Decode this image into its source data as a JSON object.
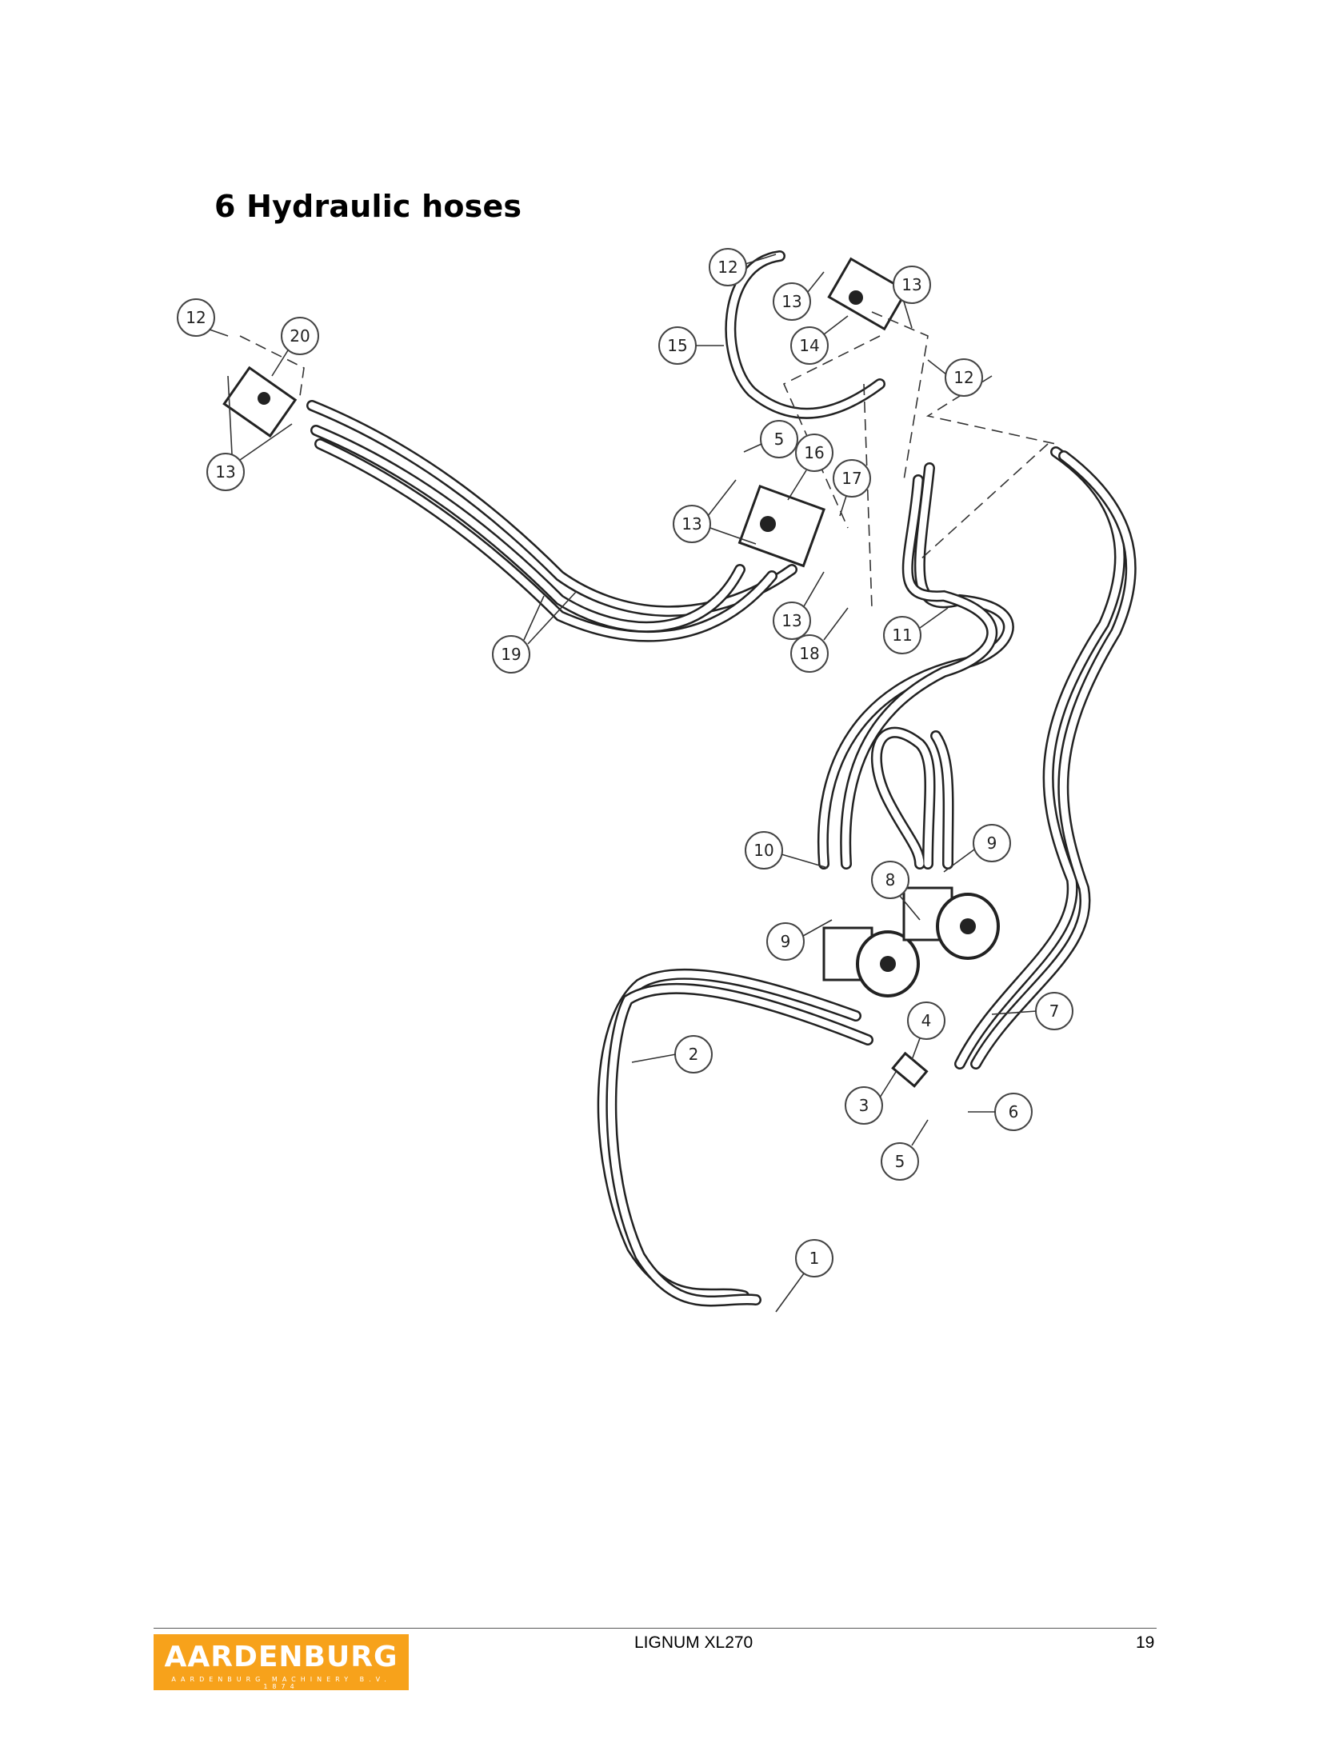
{
  "section": {
    "title": "6 Hydraulic hoses"
  },
  "diagram": {
    "callouts": [
      {
        "n": "1",
        "pos": "bottom"
      },
      {
        "n": "2",
        "pos": "left-middle"
      },
      {
        "n": "3",
        "pos": "lower-center"
      },
      {
        "n": "4",
        "pos": "lower-center"
      },
      {
        "n": "5",
        "pos": "lower-center"
      },
      {
        "n": "5",
        "pos": "top-center"
      },
      {
        "n": "6",
        "pos": "lower-right"
      },
      {
        "n": "7",
        "pos": "right"
      },
      {
        "n": "8",
        "pos": "motors"
      },
      {
        "n": "9",
        "pos": "motors-right"
      },
      {
        "n": "9",
        "pos": "motors-left"
      },
      {
        "n": "10",
        "pos": "middle"
      },
      {
        "n": "11",
        "pos": "upper-right"
      },
      {
        "n": "12",
        "pos": "top"
      },
      {
        "n": "12",
        "pos": "top-right"
      },
      {
        "n": "12",
        "pos": "top-left"
      },
      {
        "n": "13",
        "pos": "top"
      },
      {
        "n": "13",
        "pos": "top-right"
      },
      {
        "n": "13",
        "pos": "top-left"
      },
      {
        "n": "13",
        "pos": "top-center"
      },
      {
        "n": "13",
        "pos": "center"
      },
      {
        "n": "14",
        "pos": "top"
      },
      {
        "n": "15",
        "pos": "top"
      },
      {
        "n": "16",
        "pos": "top-center"
      },
      {
        "n": "17",
        "pos": "top-center"
      },
      {
        "n": "18",
        "pos": "center"
      },
      {
        "n": "19",
        "pos": "left"
      },
      {
        "n": "20",
        "pos": "top-left"
      }
    ]
  },
  "footer": {
    "model": "LIGNUM XL270",
    "page_number": "19",
    "logo": {
      "word": "AARDENBURG",
      "tagline": "AARDENBURG MACHINERY B.V. 1874",
      "color": "#f7a21b"
    }
  }
}
